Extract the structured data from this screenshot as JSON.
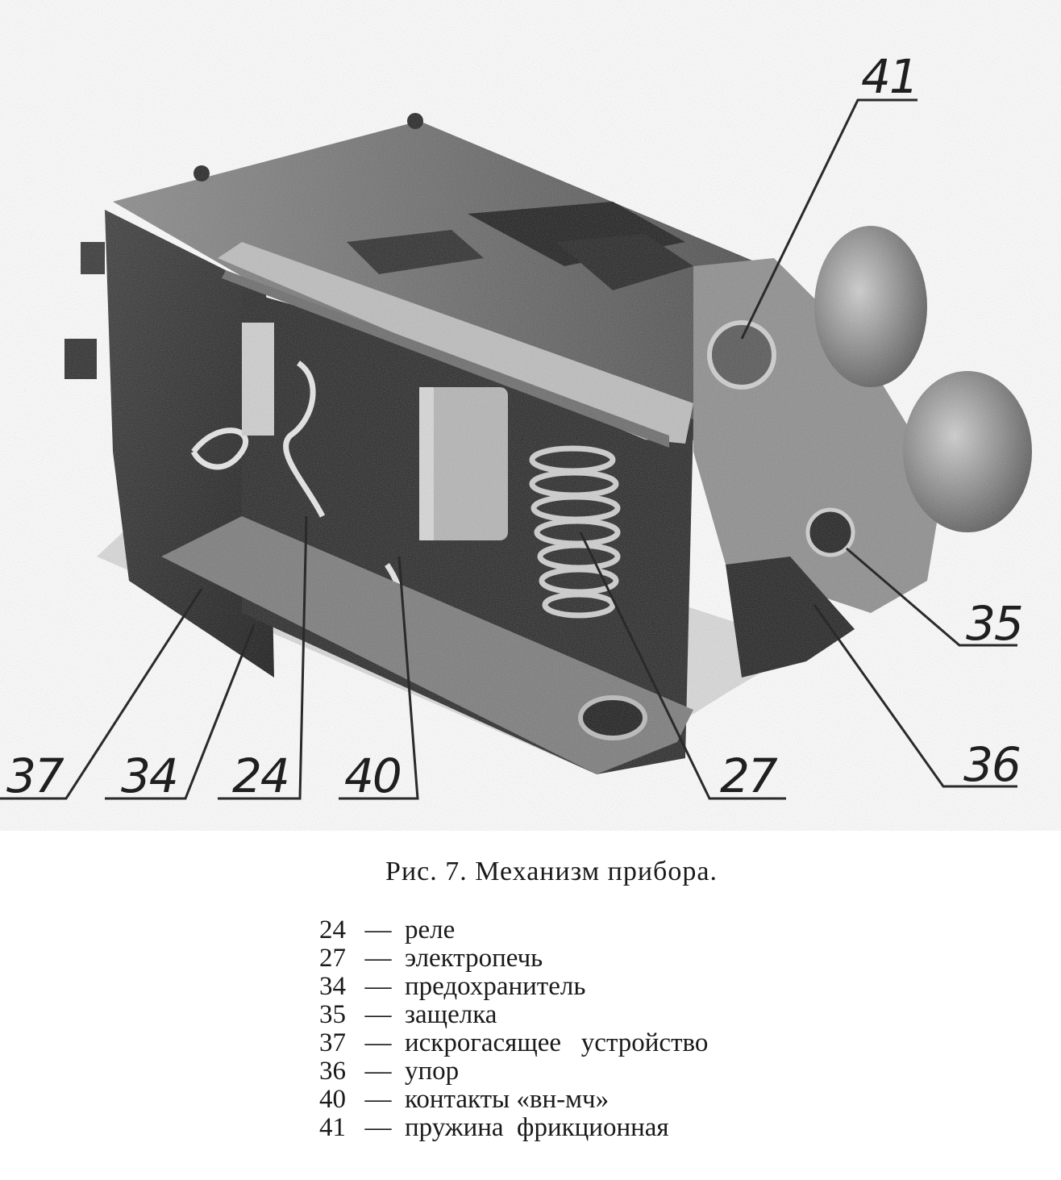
{
  "callouts": {
    "c41": "41",
    "c35": "35",
    "c36": "36",
    "c27": "27",
    "c40": "40",
    "c24": "24",
    "c34": "34",
    "c37": "37"
  },
  "caption": "Рис. 7. Механизм прибора.",
  "legend": [
    {
      "num": "24",
      "dash": "—",
      "text": "реле"
    },
    {
      "num": "27",
      "dash": "—",
      "text": "электропечь"
    },
    {
      "num": "34",
      "dash": "—",
      "text": "предохранитель"
    },
    {
      "num": "35",
      "dash": "—",
      "text": "защелка"
    },
    {
      "num": "37",
      "dash": "—",
      "text": "искрогасящее   устройство"
    },
    {
      "num": "36",
      "dash": "—",
      "text": "упор"
    },
    {
      "num": "40",
      "dash": "—",
      "text": "контакты «вн-мч»"
    },
    {
      "num": "41",
      "dash": "—",
      "text": "пружина  фрикционная"
    }
  ]
}
